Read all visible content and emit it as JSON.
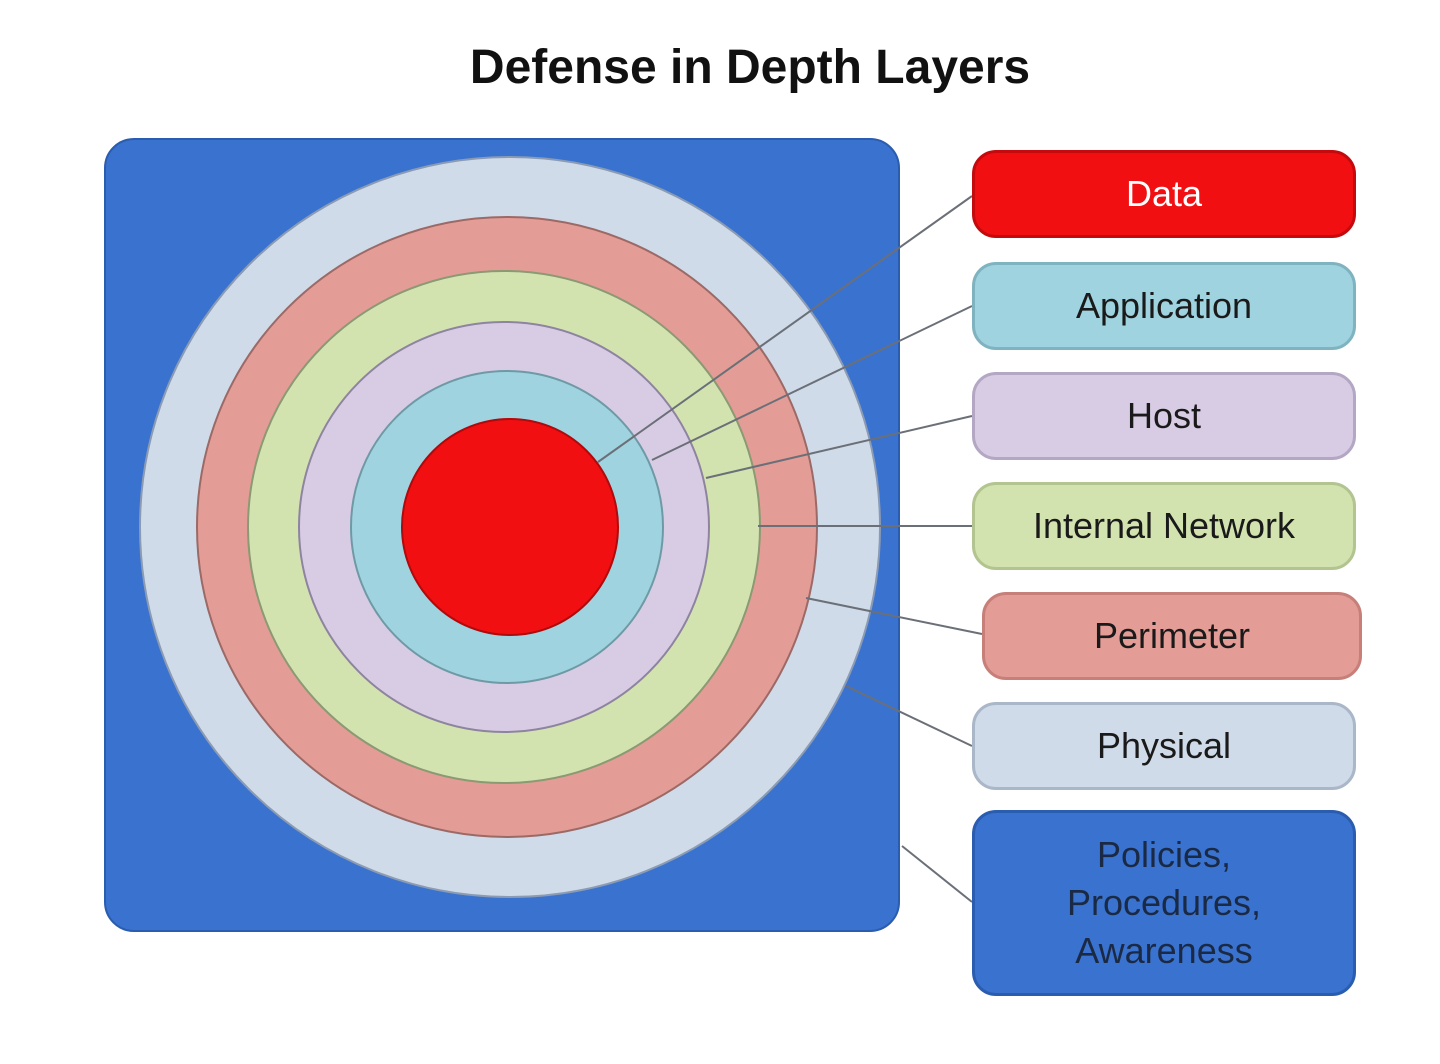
{
  "title": "Defense in Depth Layers",
  "colors": {
    "background_box": "#3a72cf",
    "physical": "#d0dbea",
    "perimeter": "#e49c96",
    "internal_network": "#d3e3b0",
    "host": "#d8cce5",
    "application": "#9fd3df",
    "data": "#f20f12"
  },
  "layers": {
    "data": "Data",
    "application": "Application",
    "host": "Host",
    "internal_network": "Internal Network",
    "perimeter": "Perimeter",
    "physical": "Physical",
    "policies": [
      "Policies,",
      "Procedures,",
      "Awareness"
    ]
  }
}
